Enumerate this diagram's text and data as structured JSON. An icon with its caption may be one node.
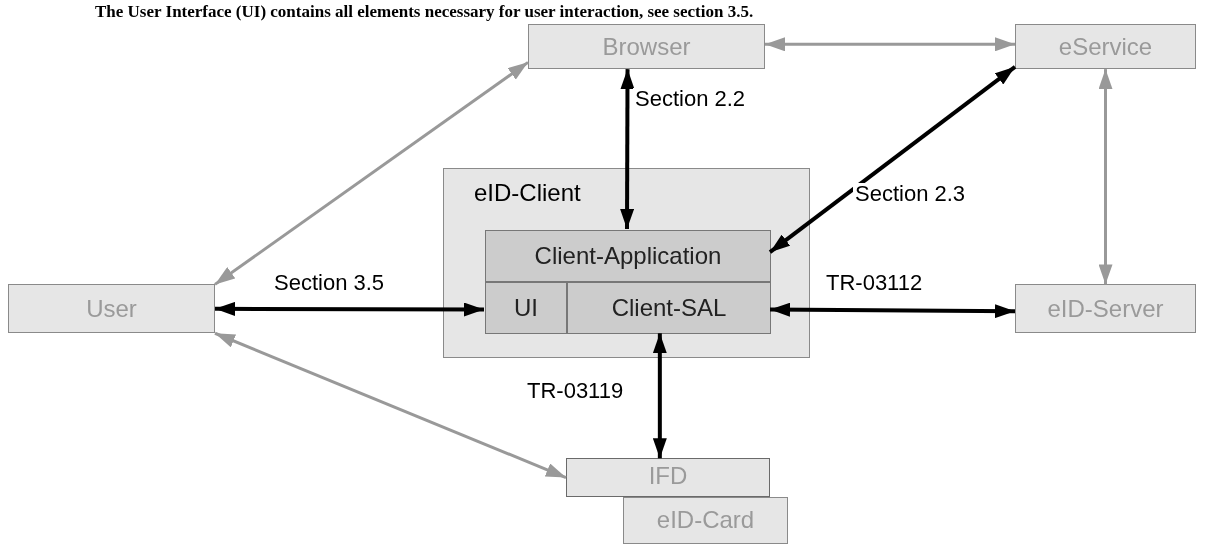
{
  "diagram": {
    "nodes": [
      {
        "text": [
          "Browser"
        ]
      },
      {
        "text": [
          "eService"
        ]
      },
      {
        "text": [
          "User"
        ]
      },
      {
        "text": [
          "eID-Client"
        ]
      },
      {
        "text": [
          "Client-Application"
        ],
        "in": 3
      },
      {
        "text": [
          "UI"
        ],
        "in": 3
      },
      {
        "text": [
          "Client-SAL"
        ],
        "in": 3
      },
      {
        "text": [
          "eID-Server"
        ]
      },
      {
        "text": [
          "IFD"
        ]
      },
      {
        "text": [
          "eID-Card"
        ]
      }
    ],
    "edges": [
      {
        "from": 0,
        "to": 1,
        "arrow": "both",
        "color": "#999999"
      },
      {
        "from": 2,
        "to": 0,
        "arrow": "both",
        "color": "#999999"
      },
      {
        "from": 0,
        "to": 4,
        "arrow": "both",
        "label": "Section 2.2"
      },
      {
        "from": 1,
        "to": 4,
        "arrow": "both",
        "label": "Section 2.3"
      },
      {
        "from": 1,
        "to": 7,
        "arrow": "both",
        "color": "#999999"
      },
      {
        "from": 2,
        "to": 5,
        "arrow": "both",
        "label": "Section 3.5"
      },
      {
        "from": 6,
        "to": 7,
        "arrow": "both",
        "label": "TR-03112"
      },
      {
        "from": 6,
        "to": 8,
        "arrow": "both",
        "label": "TR-03119"
      },
      {
        "from": 2,
        "to": 8,
        "arrow": "both",
        "color": "#999999"
      }
    ],
    "labels": [
      "The User Interface (UI) contains all elements necessary for user interaction, see section 3.5."
    ]
  }
}
